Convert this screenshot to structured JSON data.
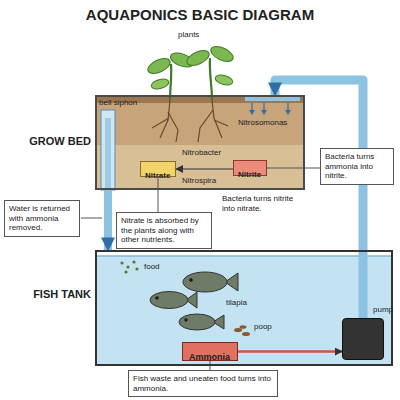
{
  "diagram": {
    "title": "AQUAPONICS BASIC DIAGRAM",
    "nodes": [
      {
        "text": [
          "GROW BED"
        ]
      },
      {
        "text": [
          "Nitrate"
        ],
        "in": 0
      },
      {
        "text": [
          "Nitrite"
        ],
        "in": 0
      },
      {
        "text": [
          "Bacteria turns ammonia into nitrite."
        ]
      },
      {
        "text": [
          "Water is returned with ammonia removed."
        ]
      },
      {
        "text": [
          "Nitrate is absorbed by the plants along with other nutrients."
        ]
      },
      {
        "text": [
          "FISH TANK"
        ]
      },
      {
        "text": [
          "Ammonia"
        ],
        "in": 6
      },
      {
        "text": [
          "pump"
        ],
        "in": 6
      },
      {
        "text": [
          "Fish waste and uneaten food turns into ammonia."
        ]
      }
    ],
    "edges": [
      {
        "from": 2,
        "to": 1,
        "arrow": "to"
      },
      {
        "from": 7,
        "to": 8,
        "arrow": "to"
      },
      {
        "from": 8,
        "to": 0,
        "arrow": "to"
      },
      {
        "from": 0,
        "to": 6,
        "arrow": "to"
      },
      {
        "from": 5,
        "to": 1,
        "arrow": "none"
      },
      {
        "from": 9,
        "to": 7,
        "arrow": "none"
      },
      {
        "from": 3,
        "to": 2,
        "arrow": "none"
      }
    ],
    "labels": [
      "plants",
      "bell siphon",
      "Nitrosomonas",
      "Nitrobacter",
      "Nitrospira",
      "Bacteria turns nitrite into nitrate.",
      "food",
      "tilapia",
      "poop"
    ]
  }
}
